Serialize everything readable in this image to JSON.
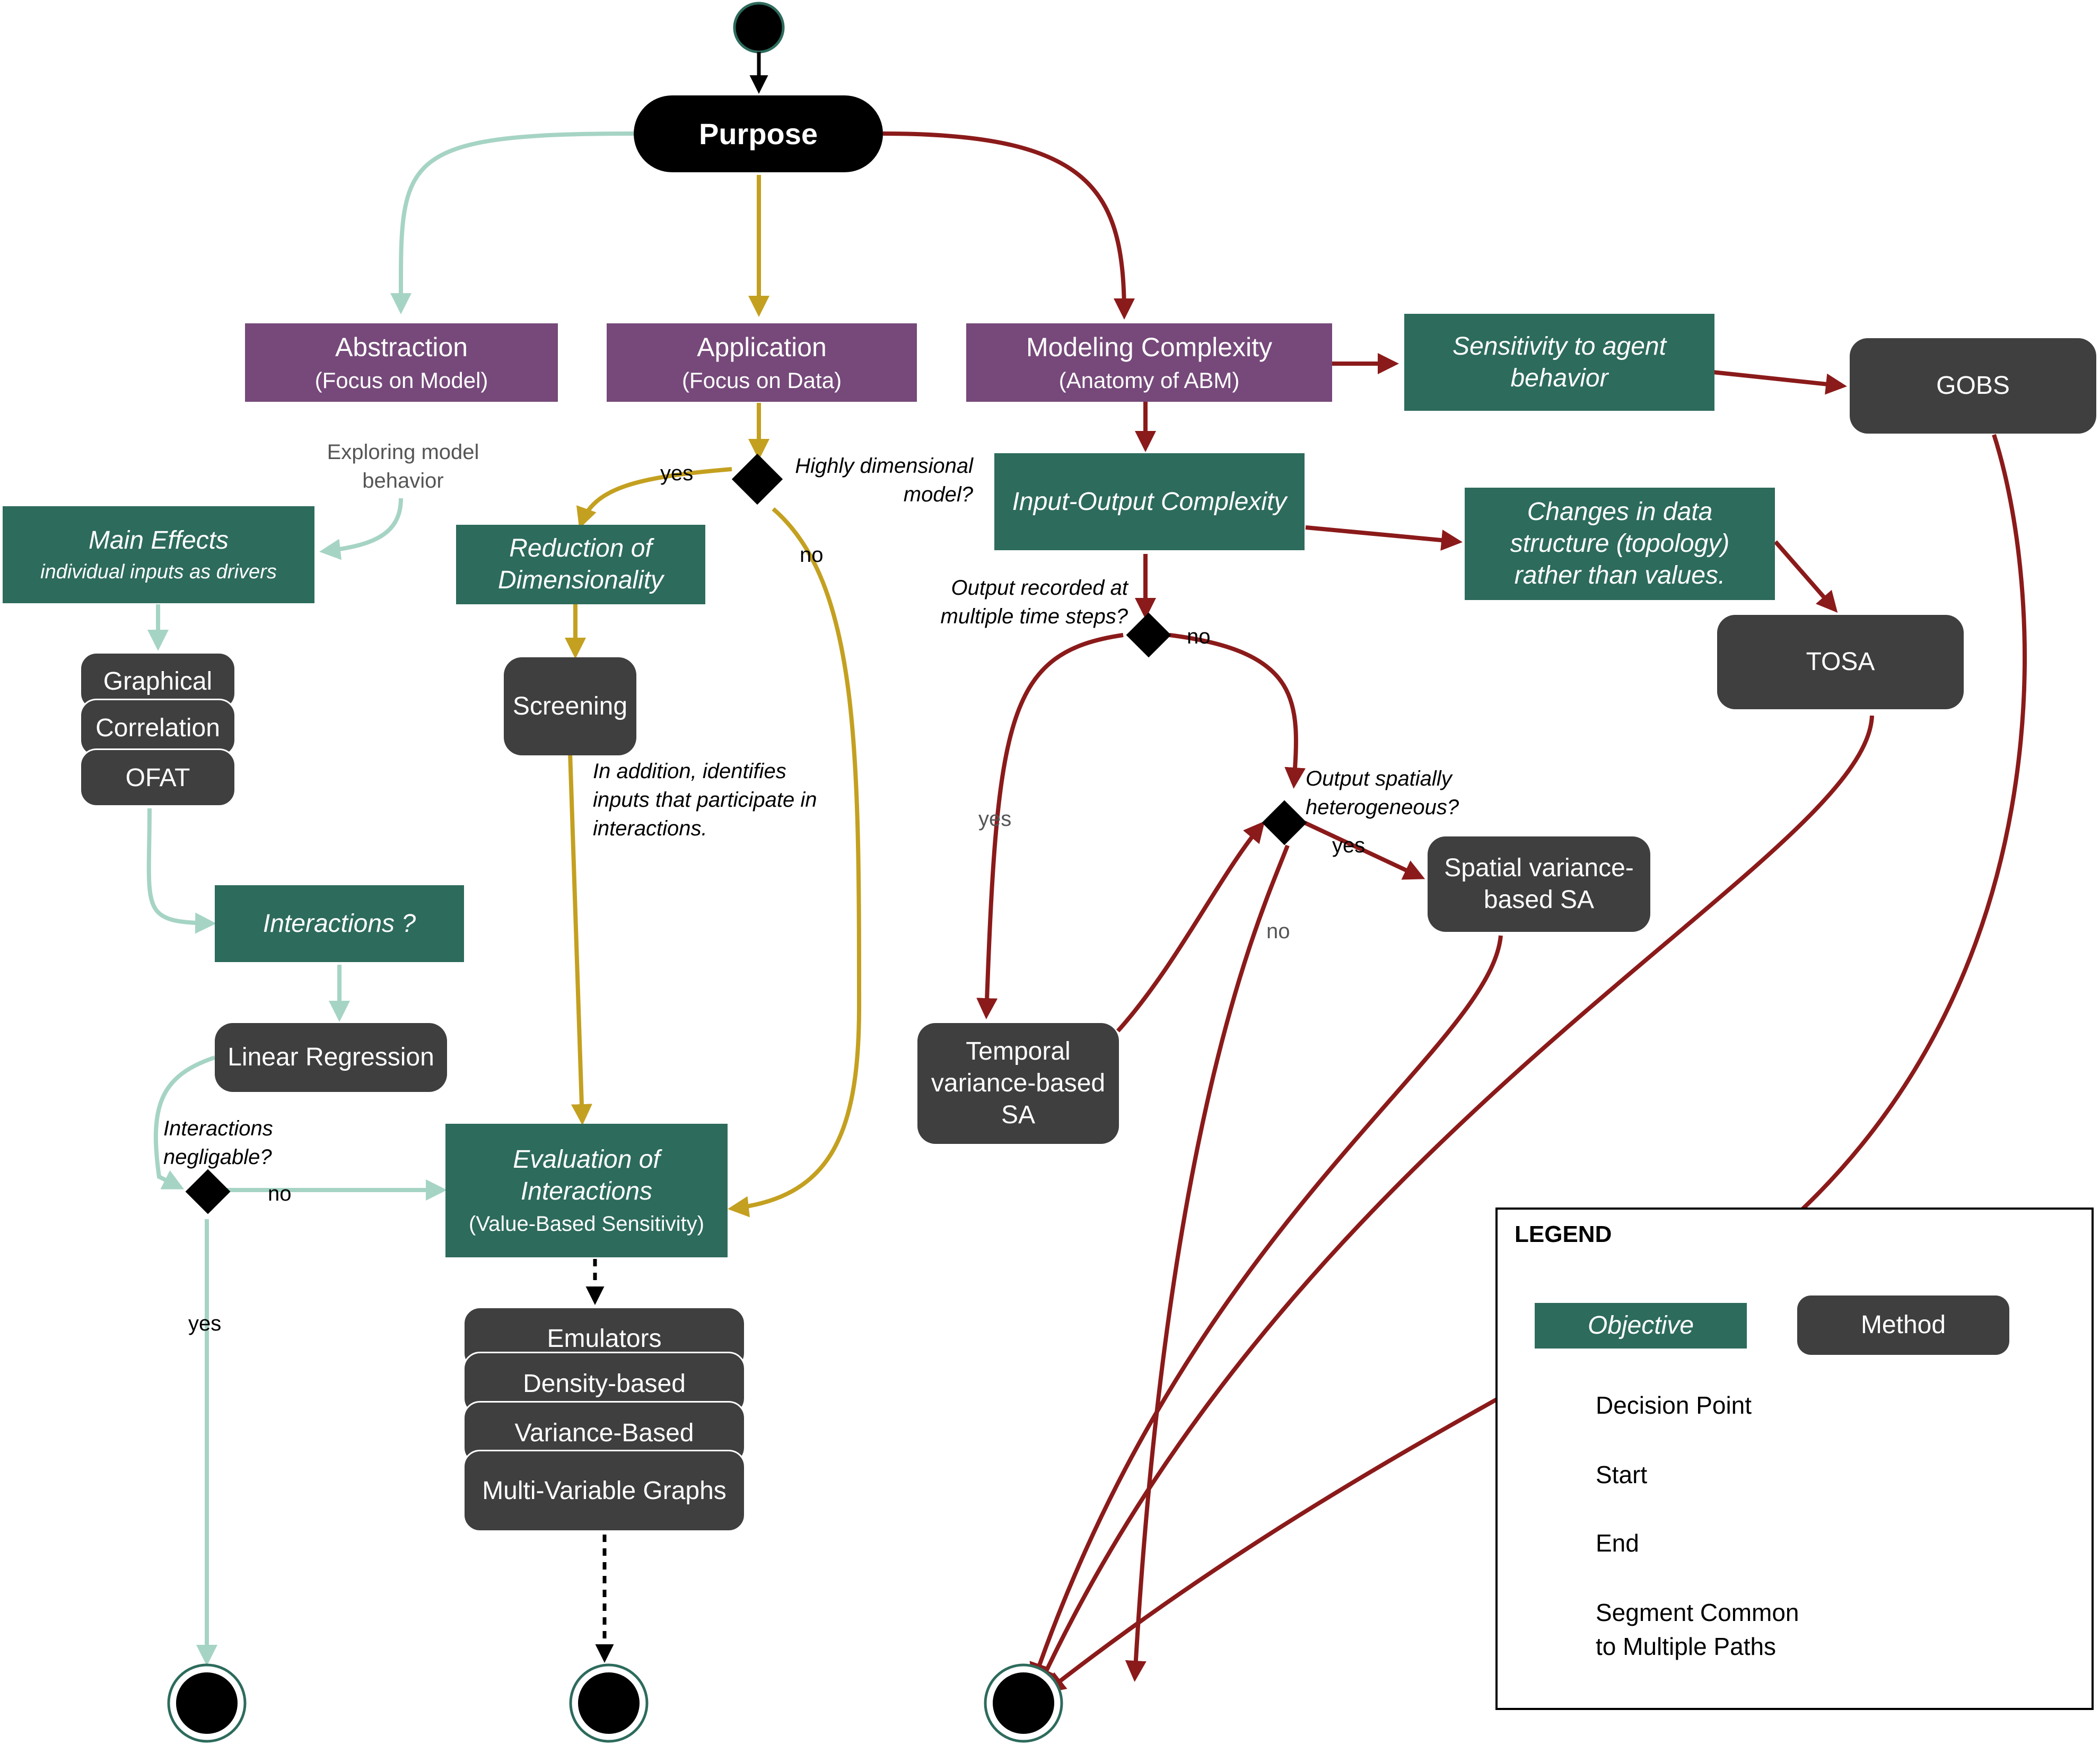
{
  "nodes": {
    "purpose": "Purpose",
    "abstraction": {
      "title": "Abstraction",
      "sub": "(Focus on Model)"
    },
    "application": {
      "title": "Application",
      "sub": "(Focus on Data)"
    },
    "modeling": {
      "title": "Modeling Complexity",
      "sub": "(Anatomy of ABM)"
    },
    "sens_agent": "Sensitivity to agent behavior",
    "gobs": "GOBS",
    "main_effects": {
      "title": "Main Effects",
      "sub": "individual inputs as drivers"
    },
    "reduction": "Reduction of Dimensionality",
    "io_complexity": "Input-Output Complexity",
    "changes_data": "Changes in data structure (topology) rather than values.",
    "tosa": "TOSA",
    "screening": "Screening",
    "interactions_q": "Interactions ?",
    "linear_regression": "Linear Regression",
    "evaluation": {
      "title": "Evaluation of Interactions",
      "sub": "(Value-Based Sensitivity)"
    },
    "temporal": "Temporal variance-based SA",
    "spatial": "Spatial variance-based SA"
  },
  "stacks": {
    "abstraction_methods": [
      "Graphical",
      "Correlation",
      "OFAT"
    ],
    "evaluation_methods": [
      "Emulators",
      "Density-based",
      "Variance-Based",
      "Multi-Variable Graphs"
    ]
  },
  "labels": {
    "exploring": "Exploring model behavior",
    "highly_dim": "Highly dimensional model?",
    "yes1": "yes",
    "no1": "no",
    "in_addition": "In addition, identifies inputs that participate in interactions.",
    "output_recorded": "Output recorded at multiple time steps?",
    "no2": "no",
    "yes2": "yes",
    "output_spatial": "Output spatially heterogeneous?",
    "yes3": "yes",
    "no3": "no",
    "interactions_negl": "Interactions negligable?",
    "no4": "no",
    "yes4": "yes"
  },
  "legend": {
    "title": "LEGEND",
    "objective": "Objective",
    "method": "Method",
    "decision": "Decision Point",
    "start": "Start",
    "end": "End",
    "segment": "Segment Common to Multiple Paths"
  },
  "colors": {
    "teal_path": "#a6d4c4",
    "gold_path": "#c4a020",
    "red_path": "#8b1a1a",
    "purple": "#76497a",
    "green": "#2d6b5c",
    "dark": "#3f3f3f"
  }
}
